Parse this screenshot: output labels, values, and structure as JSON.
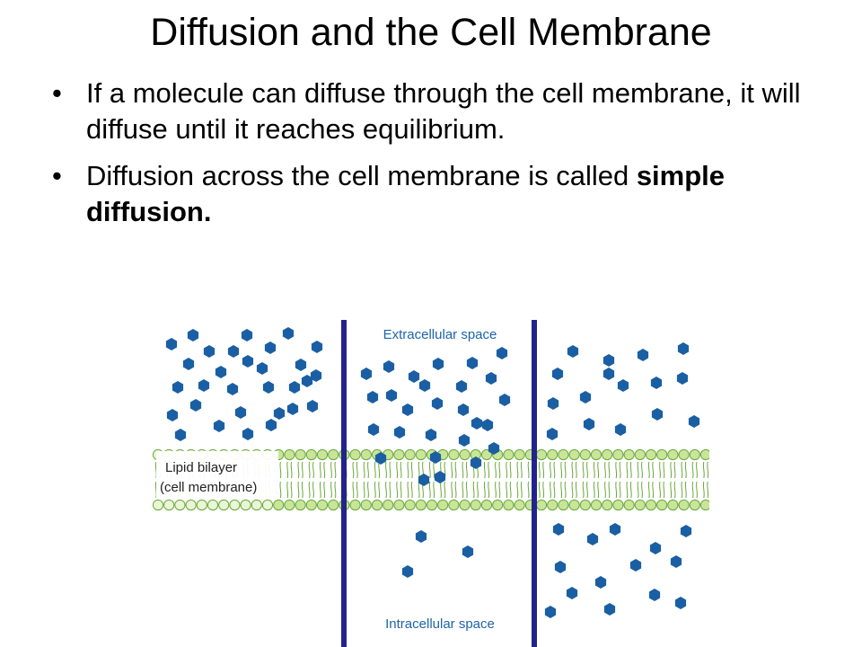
{
  "slide": {
    "title": "Diffusion and the Cell Membrane",
    "bullet_char": "•",
    "bullets": [
      {
        "text": "If a molecule can diffuse through the cell membrane, it will diffuse until it reaches equilibrium."
      },
      {
        "text_before": "Diffusion across the cell membrane is called ",
        "bold": "simple diffusion."
      }
    ]
  },
  "figure": {
    "label_extracellular": "Extracellular space",
    "label_intracellular": "Intracellular space",
    "lipid_label_line1": "Lipid bilayer",
    "lipid_label_line2": "(cell membrane)",
    "colors": {
      "molecule": "#1a5fa3",
      "divider": "#23238e",
      "lipid_fill_light": "#eaf6d6",
      "lipid_fill": "#c9e59a",
      "lipid_stroke": "#6aa83a",
      "label": "#1e64a8"
    },
    "icon": "hexagon-molecule-icon"
  }
}
